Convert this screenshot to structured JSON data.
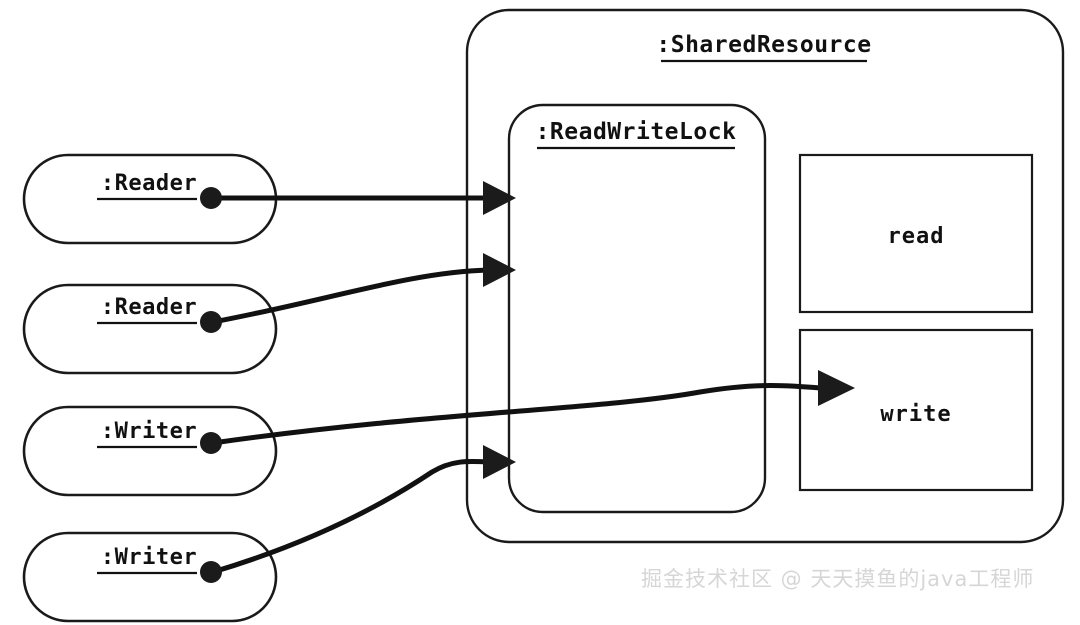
{
  "diagram": {
    "title": "Read-Write Lock shared resource diagram",
    "background_color": "#ffffff",
    "stroke_color": "#111111",
    "actors": [
      {
        "id": "reader-1",
        "label": ":Reader",
        "role": "reader"
      },
      {
        "id": "reader-2",
        "label": ":Reader",
        "role": "reader"
      },
      {
        "id": "writer-1",
        "label": ":Writer",
        "role": "writer"
      },
      {
        "id": "writer-2",
        "label": ":Writer",
        "role": "writer"
      }
    ],
    "shared_resource": {
      "label": ":SharedResource",
      "lock": {
        "label": ":ReadWriteLock"
      },
      "operations": [
        {
          "id": "read-op",
          "label": "read"
        },
        {
          "id": "write-op",
          "label": "write"
        }
      ]
    },
    "connections": [
      {
        "from": "reader-1",
        "to": "lock",
        "kind": "straight-arrow"
      },
      {
        "from": "reader-2",
        "to": "lock",
        "kind": "curved-arrow"
      },
      {
        "from": "writer-1",
        "to": "write-op",
        "kind": "curved-arrow"
      },
      {
        "from": "writer-2",
        "to": "lock",
        "kind": "s-curved-arrow"
      }
    ]
  },
  "watermark": {
    "text": "掘金技术社区 @ 天天摸鱼的java工程师",
    "color": "#d6d6d6"
  }
}
